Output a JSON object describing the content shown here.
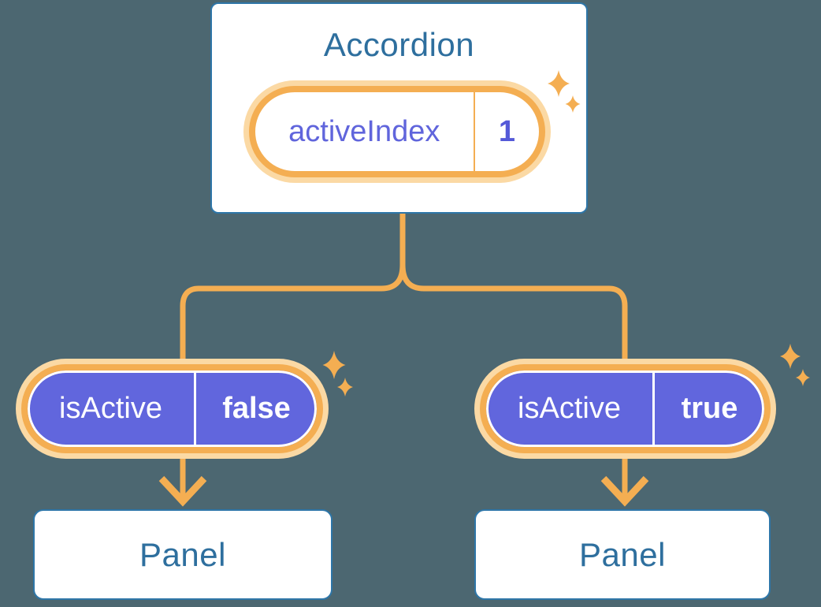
{
  "colors": {
    "background": "#4C6771",
    "accent_orange": "#F4AE52",
    "accent_orange_light": "#FBD9A4",
    "indigo_text": "#6065DC",
    "purple_pill_fill": "#6166DD",
    "blue_text": "#2E6F9E",
    "card_border_blue": "#2E76A8",
    "card_fill": "#FFFFFF",
    "pill_text_white": "#FFFFFF"
  },
  "accordion_card": {
    "title": "Accordion",
    "state_pill": {
      "label": "activeIndex",
      "value": "1"
    }
  },
  "children": [
    {
      "prop_pill": {
        "label": "isActive",
        "value": "false"
      },
      "panel_label": "Panel"
    },
    {
      "prop_pill": {
        "label": "isActive",
        "value": "true"
      },
      "panel_label": "Panel"
    }
  ],
  "icons": {
    "sparkle": "sparkle-icon"
  }
}
